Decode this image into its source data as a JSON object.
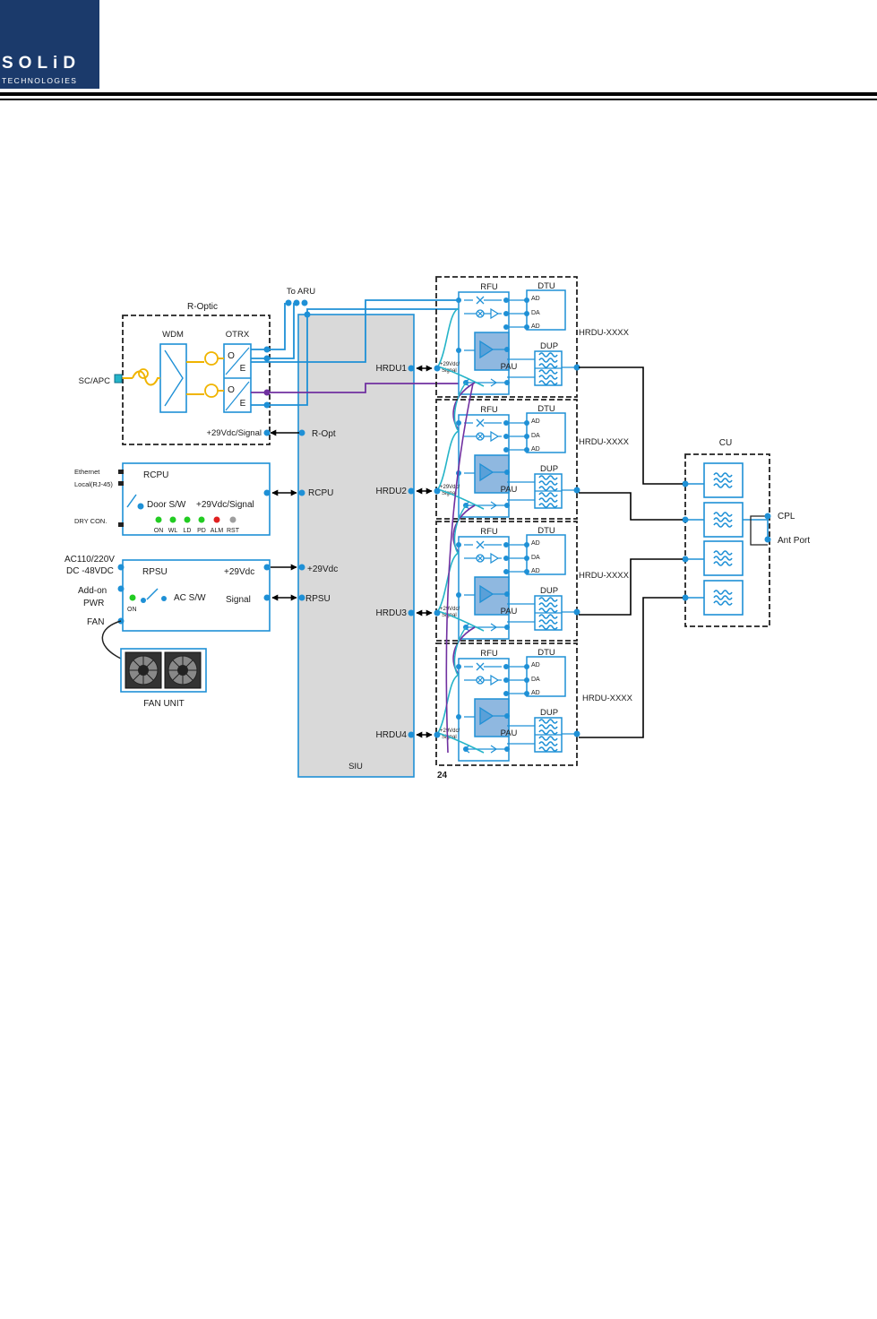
{
  "header": {
    "logo_text": "SOLiD",
    "logo_subtext": "TECHNOLOGIES",
    "brand_color": "#1b3a6b"
  },
  "diagram": {
    "optic": {
      "title": "R-Optic",
      "wdm": "WDM",
      "otrx": "OTRX",
      "o": "O",
      "e": "E",
      "power_signal": "+29Vdc/Signal"
    },
    "sc_apc": "SC/APC",
    "to_aru": "To ARU",
    "r_opt": "R-Opt",
    "rcpu": {
      "title": "RCPU",
      "ethernet": "Ethernet",
      "local": "Local(RJ-45)",
      "dry_con": "DRY CON.",
      "door_sw": "Door S/W",
      "power_signal": "+29Vdc/Signal",
      "leds": [
        "ON",
        "WL",
        "LD",
        "PD",
        "ALM",
        "RST"
      ]
    },
    "siu_rcpu": "RCPU",
    "rpsu": {
      "title": "RPSU",
      "ac_input": "AC110/220V",
      "dc_input": "DC -48VDC",
      "addon": "Add-on",
      "pwr": "PWR",
      "fan": "FAN",
      "plus29": "+29Vdc",
      "signal": "Signal",
      "ac_sw": "AC S/W",
      "on": "ON"
    },
    "siu_plus29": "+29Vdc",
    "siu_rpsu": "RPSU",
    "fan_unit": "FAN UNIT",
    "siu": "SIU",
    "hrdu_ports": [
      "HRDU1",
      "HRDU2",
      "HRDU3",
      "HRDU4"
    ],
    "small_power": "+29Vdc/",
    "small_signal": "Signal",
    "unit": {
      "rfu": "RFU",
      "dtu": "DTU",
      "dup": "DUP",
      "pau": "PAU",
      "ad": "AD",
      "da": "DA",
      "name": "HRDU-XXXX"
    },
    "page_number": "24",
    "cu": "CU",
    "cpl": "CPL",
    "ant_port": "Ant Port",
    "colors": {
      "blue": "#1e90d6",
      "purple": "#7030a0",
      "teal": "#25b4c8",
      "yellow": "#f0b400",
      "siu_fill": "#d9d9d9",
      "pau_fill": "#8fb8e0",
      "green_led": "#22cc22",
      "red_led": "#e02020"
    }
  }
}
